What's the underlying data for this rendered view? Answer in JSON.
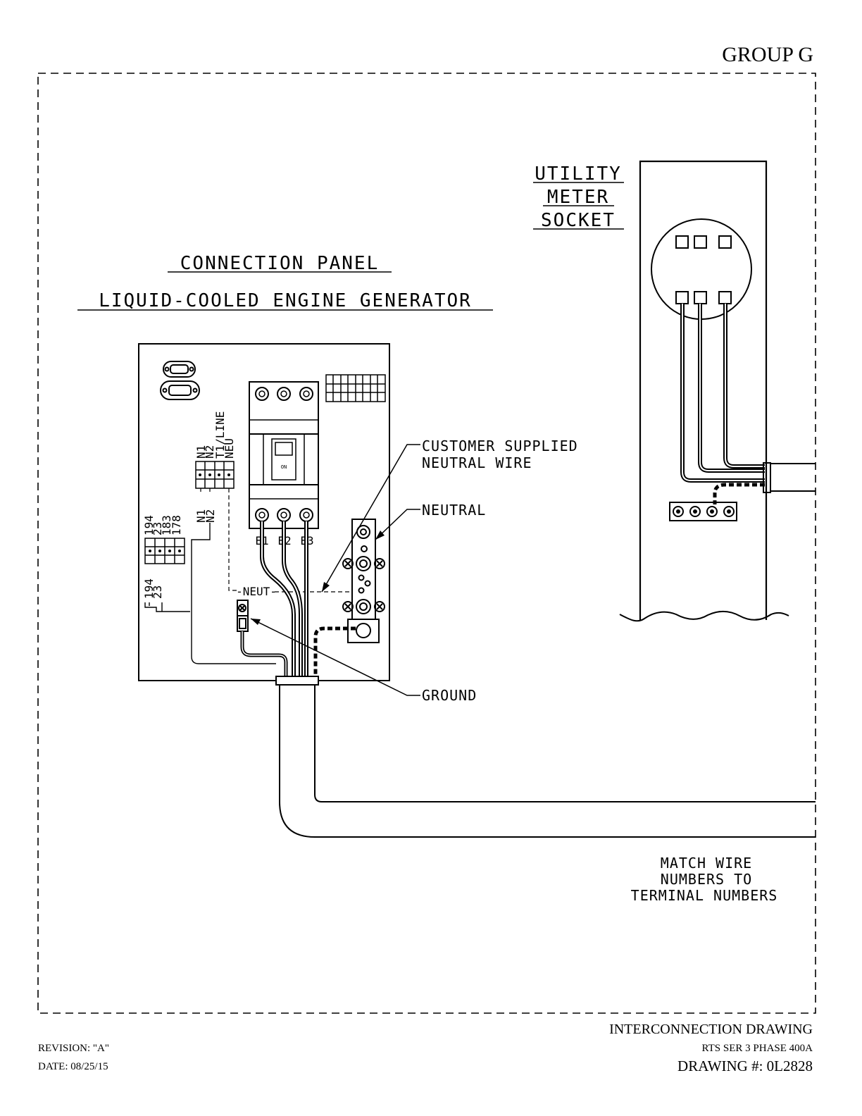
{
  "header": {
    "group": "GROUP G"
  },
  "meter": {
    "title": [
      "UTILITY",
      "METER",
      "SOCKET"
    ]
  },
  "panel": {
    "title": "CONNECTION PANEL",
    "subtitle": "LIQUID-COOLED ENGINE GENERATOR",
    "terminals_top": [
      "N1",
      "N2",
      "T1/LINE",
      "NEU"
    ],
    "wires_top": [
      "N1",
      "N2"
    ],
    "terminals_left": [
      "194",
      "23",
      "183",
      "178"
    ],
    "wires_left": [
      "194",
      "23"
    ],
    "breaker_on": "ON",
    "breaker_outputs": [
      "E1",
      "E2",
      "E3"
    ],
    "neut_label": "-NEUT-"
  },
  "callouts": {
    "customer_neutral": [
      "CUSTOMER SUPPLIED",
      "NEUTRAL WIRE"
    ],
    "neutral": "NEUTRAL",
    "ground": "GROUND"
  },
  "note": [
    "MATCH WIRE",
    "NUMBERS TO",
    "TERMINAL NUMBERS"
  ],
  "title_block": {
    "drawing_title": "INTERCONNECTION DRAWING",
    "model": "RTS SER 3 PHASE 400A",
    "drawing_number": "DRAWING #: 0L2828",
    "revision": "REVISION: \"A\"",
    "date": "DATE: 08/25/15"
  }
}
